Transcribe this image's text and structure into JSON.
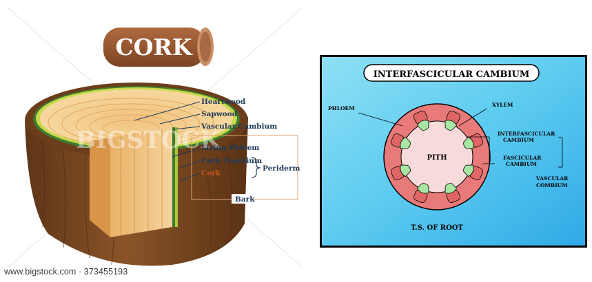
{
  "left": {
    "title": "CORK",
    "watermark": "BIGSTOCK",
    "labels": {
      "heartwood": "Heartwood",
      "sapwood": "Sapwood",
      "vascular_cambium": "Vascular Cambium",
      "living_phloem": "Living Phloem",
      "cork_cambium": "Cork Cambium",
      "cork": "Cork",
      "periderm": "Periderm",
      "bark": "Bark"
    },
    "footer_url": "www.bigstock.com · 373455193",
    "colors": {
      "label_text": "#1f3a5a",
      "cork_text": "#c0571d",
      "bark_brown": "#7a4a23",
      "cork_title_bg": "#9b5a35"
    }
  },
  "right": {
    "title": "INTERFASCICULAR CAMBIUM",
    "labels": {
      "phloem": "PHLOEM",
      "xylem": "XYLEM",
      "interfascicular_line1": "INTERFASCICULAR",
      "interfascicular_line2": "CAMBIUM",
      "fascicular_line1": "FASCICULAR",
      "fascicular_line2": "CAMBIUM",
      "vascular_line1": "VASCULAR",
      "vascular_line2": "COMBIUM",
      "pith": "PITH",
      "caption": "T.S. OF ROOT"
    },
    "colors": {
      "background": "#4fc3ef",
      "outer_ring": "#e87a7a",
      "pith": "#f7dada",
      "xylem": "#a8e6a3",
      "phloem": "#e06565"
    }
  }
}
